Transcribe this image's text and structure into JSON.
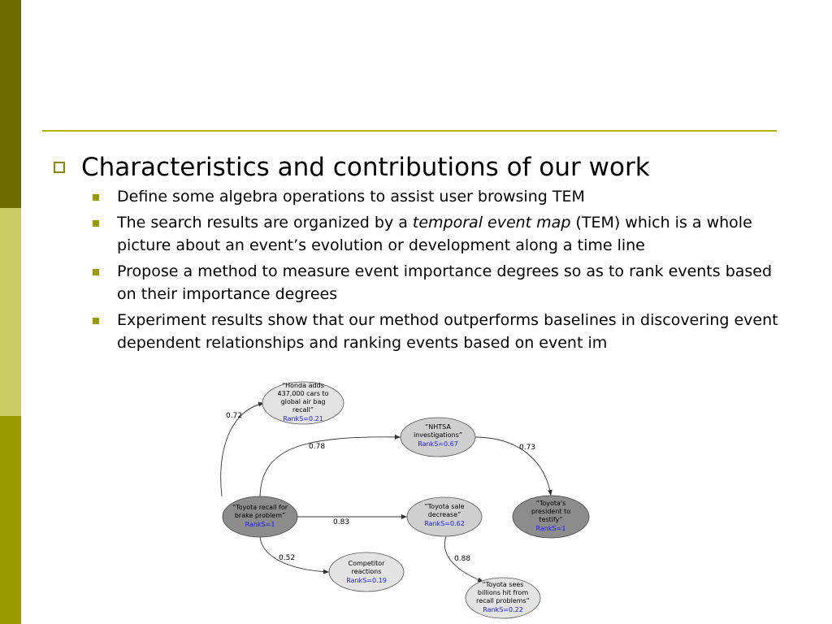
{
  "slide": {
    "heading": "Characteristics and contributions of our work",
    "bullets": [
      {
        "text": "Define some algebra operations to assist user browsing TEM"
      },
      {
        "before": "The search results are organized by a ",
        "italic": "temporal event map",
        "after": " (TEM) which is a whole picture about an event’s evolution or development along a time line"
      },
      {
        "text": "Propose a method to measure event importance degrees so as to rank events based on their importance degrees"
      },
      {
        "text": "Experiment results show that our method outperforms baselines in discovering event dependent relationships and ranking events based on event im"
      }
    ]
  },
  "colors": {
    "sidebar_top": "#6b6b00",
    "sidebar_mid": "#cccc66",
    "sidebar_bottom": "#999900",
    "rule": "#b2b200",
    "node_light": "#e3e3e3",
    "node_mid": "#cfcfcf",
    "node_dark": "#8c8c8c",
    "rank_text": "#1a1aff"
  },
  "diagram": {
    "nodes": {
      "honda": {
        "line1": "“Honda adds",
        "line2": "437,000 cars to",
        "line3": "global air bag",
        "line4": "recall”",
        "rank": "RankS=0.21"
      },
      "nhtsa": {
        "line1": "“NHTSA",
        "line2": "investigations”",
        "rank": "RankS=0.67"
      },
      "toyota_recall": {
        "line1": "“Toyota recall for",
        "line2": "brake problem”",
        "rank": "RankS=1"
      },
      "sale": {
        "line1": "“Toyota sale",
        "line2": "decrease”",
        "rank": "RankS=0.62"
      },
      "president": {
        "line1": "“Toyota's",
        "line2": "president to",
        "line3": "testify”",
        "rank": "RankS=1"
      },
      "competitor": {
        "line1": "Competitor",
        "line2": "reactions",
        "rank": "RankS=0.19"
      },
      "billions": {
        "line1": "“Toyota sees",
        "line2": "billions hit from",
        "line3": "recall problems”",
        "rank": "RankS=0.22"
      }
    },
    "edges": {
      "recall_honda": "0.72",
      "recall_nhtsa": "0.78",
      "recall_sale": "0.83",
      "recall_competitor": "0.52",
      "nhtsa_president": "0.73",
      "sale_billions": "0.88"
    }
  }
}
